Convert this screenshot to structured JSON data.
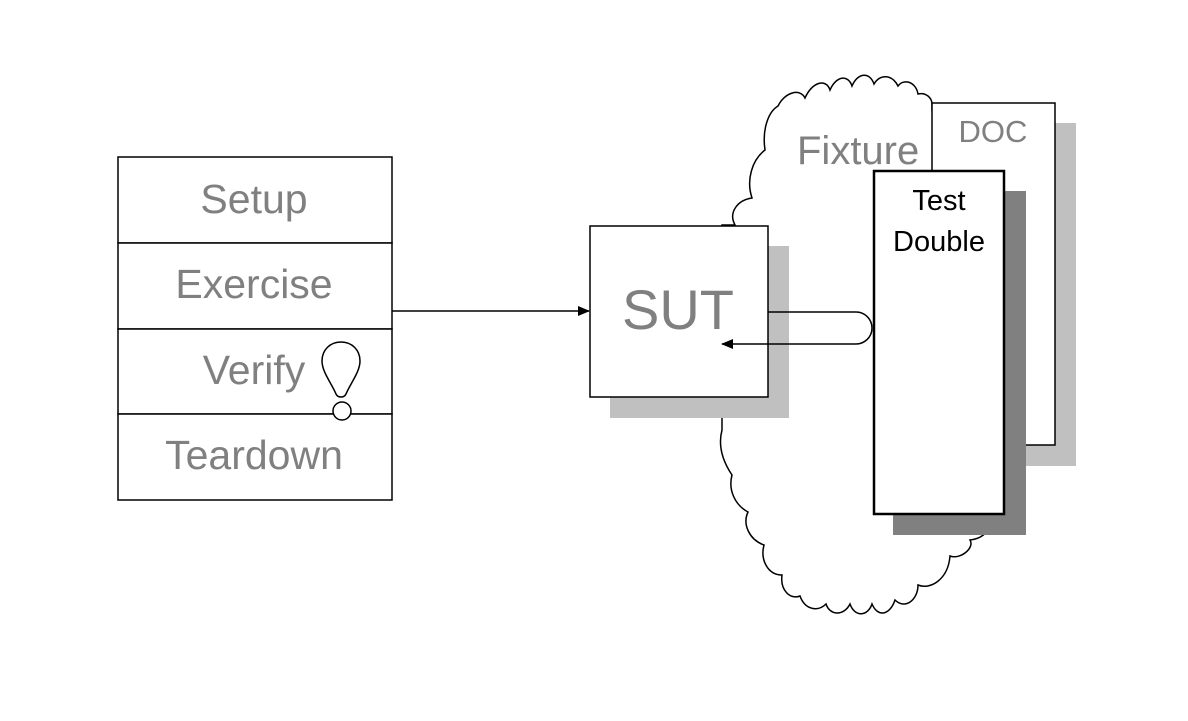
{
  "diagram": {
    "test_phases": [
      {
        "label": "Setup"
      },
      {
        "label": "Exercise"
      },
      {
        "label": "Verify"
      },
      {
        "label": "Teardown"
      }
    ],
    "sut": {
      "label": "SUT"
    },
    "fixture": {
      "label": "Fixture"
    },
    "doc": {
      "label": "DOC"
    },
    "test_double": {
      "line1": "Test",
      "line2": "Double"
    },
    "colors": {
      "outline": "#000000",
      "text_gray": "#808080",
      "shadow_light": "#c0c0c0",
      "shadow_dark": "#808080",
      "background": "#ffffff"
    }
  }
}
